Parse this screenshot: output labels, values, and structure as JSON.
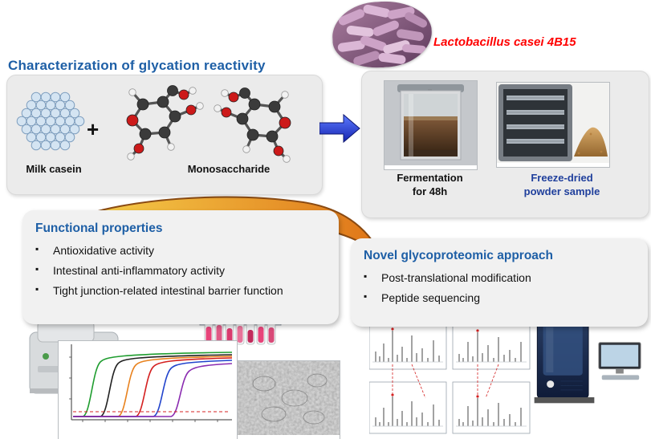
{
  "glycation": {
    "title": "Characterization of glycation reactivity",
    "milk_casein": "Milk casein",
    "plus": "+",
    "monosaccharide": "Monosaccharide"
  },
  "fermentation": {
    "strain_label": "Lactobacillus casei 4B15",
    "fermentation_caption": "Fermentation\nfor 48h",
    "powder_caption": "Freeze-dried\npowder sample"
  },
  "functional": {
    "title": "Functional properties",
    "items": [
      "Antioxidative activity",
      "Intestinal anti-inflammatory activity",
      "Tight junction-related intestinal barrier function"
    ]
  },
  "glycoproteomic": {
    "title": "Novel glycoproteomic approach",
    "items": [
      "Post-translational modification",
      "Peptide sequencing"
    ]
  },
  "colors": {
    "heading_blue": "#1e5fa6",
    "strain_red": "#ff0000",
    "caption_blue": "#1f3f9c",
    "box_gray": "#ebebeb",
    "arrow_blue": "#1523b0",
    "swoosh_orange": "#df7418"
  }
}
